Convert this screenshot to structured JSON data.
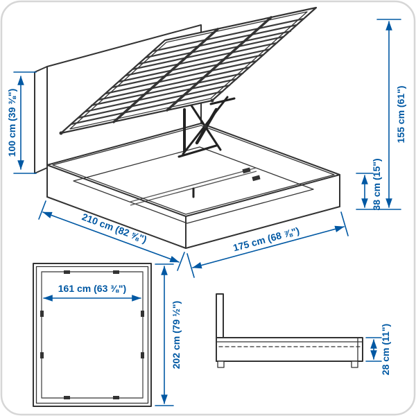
{
  "colors": {
    "dimension_accent": "#0058a3",
    "line_art": "#333333",
    "background": "#ffffff"
  },
  "views": {
    "perspective": {
      "description": "storage bed with lifted slatted base",
      "dimensions": {
        "headboard_height": "100 cm (39 ⅜\")",
        "bed_length": "210 cm (82 ⅝\")",
        "bed_width": "175 cm (68 ⅞\")",
        "total_height": "155 cm (61\")",
        "box_height": "38 cm (15\")"
      }
    },
    "top": {
      "description": "top view of bed frame",
      "dimensions": {
        "inner_width": "161 cm (63 ⅜\")",
        "frame_length": "202 cm (79 ½\")"
      }
    },
    "side": {
      "description": "side profile of bed frame",
      "dimensions": {
        "side_height": "28 cm (11\")"
      }
    }
  }
}
